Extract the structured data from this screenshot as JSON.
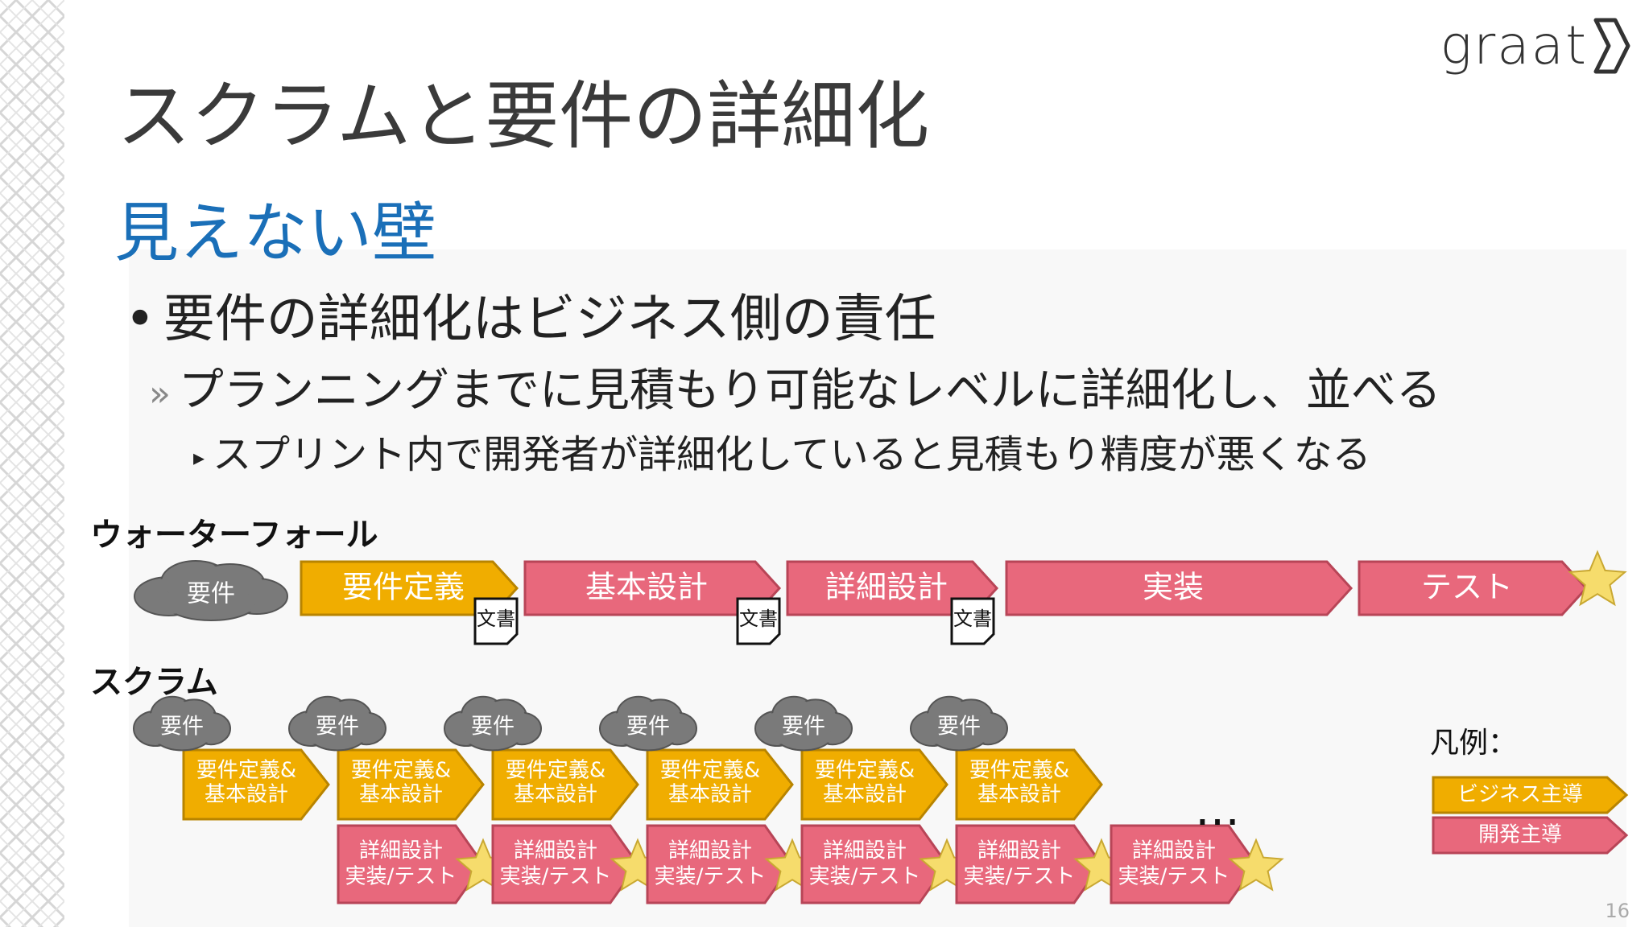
{
  "logo": {
    "text": "graat"
  },
  "title": "スクラムと要件の詳細化",
  "subtitle": "見えない壁",
  "bullets": {
    "level1": "要件の詳細化はビジネス側の責任",
    "level2": "プランニングまでに見積もり可能なレベルに詳細化し、並べる",
    "level3": "スプリント内で開発者が詳細化していると見積もり精度が悪くなる"
  },
  "waterfall": {
    "label": "ウォーターフォール",
    "cloud": "要件",
    "phases": [
      "要件定義",
      "基本設計",
      "詳細設計",
      "実装",
      "テスト"
    ],
    "doc_label": "文書"
  },
  "scrum": {
    "label": "スクラム",
    "cloud": "要件",
    "biz_line1": "要件定義&",
    "biz_line2": "基本設計",
    "dev_line1": "詳細設計",
    "dev_line2": "実装/テスト",
    "ellipsis": "…",
    "sprint_count": 6
  },
  "legend": {
    "title": "凡例：",
    "business": "ビジネス主導",
    "dev": "開発主導"
  },
  "colors": {
    "business": "#f0ad00",
    "business_stroke": "#b88400",
    "dev": "#e8687c",
    "dev_stroke": "#b84557",
    "cloud": "#7a7a7a",
    "star": "#f6dc6c",
    "subtitle": "#1a6fb8"
  },
  "page_number": "16"
}
